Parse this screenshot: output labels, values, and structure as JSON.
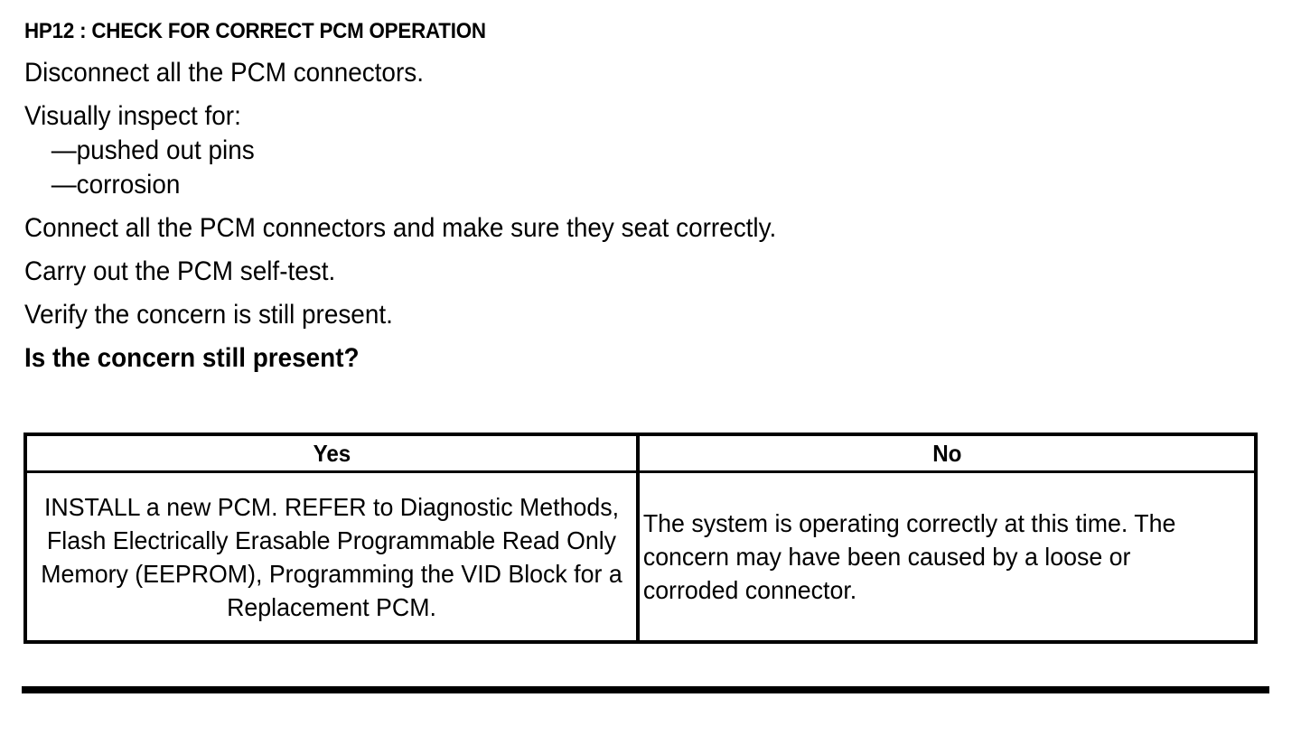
{
  "document": {
    "heading": "HP12 : CHECK FOR CORRECT PCM OPERATION",
    "steps": [
      {
        "text": "Disconnect all the PCM connectors.",
        "style": "normal"
      },
      {
        "text": "Visually inspect for:",
        "style": "normal"
      },
      {
        "text": "—pushed out pins",
        "style": "bullet"
      },
      {
        "text": "—corrosion",
        "style": "bullet"
      },
      {
        "text": "Connect all the PCM connectors and make sure they seat correctly.",
        "style": "normal"
      },
      {
        "text": "Carry out the PCM self-test.",
        "style": "normal"
      },
      {
        "text": "Verify the concern is still present.",
        "style": "normal"
      },
      {
        "text": "Is the concern still present?",
        "style": "bold"
      }
    ],
    "decision_table": {
      "headers": [
        "Yes",
        "No"
      ],
      "cells": {
        "yes": "INSTALL a new PCM. REFER to Diagnostic Methods, Flash Electrically Erasable Programmable Read Only Memory (EEPROM), Programming the VID Block for a Replacement PCM.",
        "no": "The system is operating correctly at this time. The concern may have been caused by a loose or corroded connector."
      }
    }
  },
  "colors": {
    "ink": "#000000",
    "paper": "#ffffff"
  }
}
